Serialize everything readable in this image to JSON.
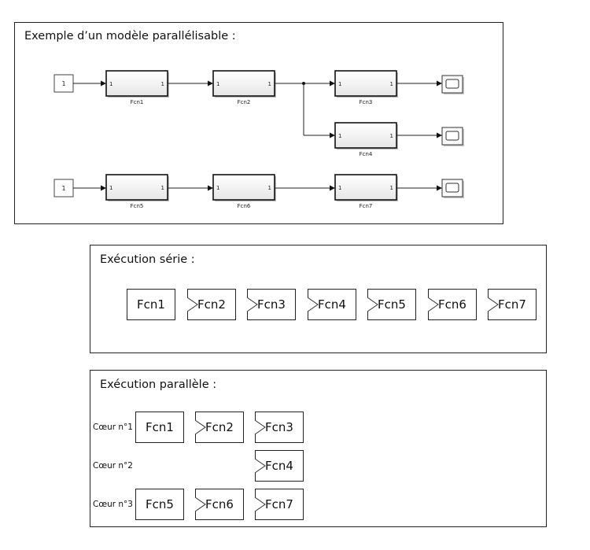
{
  "model": {
    "title": "Exemple d’un modèle parallélisable :",
    "port_label": "1",
    "sources": [
      {
        "id": "src1",
        "value": "1"
      },
      {
        "id": "src2",
        "value": "1"
      }
    ],
    "blocks": [
      {
        "id": "b1",
        "name": "Fcn1"
      },
      {
        "id": "b2",
        "name": "Fcn2"
      },
      {
        "id": "b3",
        "name": "Fcn3"
      },
      {
        "id": "b4",
        "name": "Fcn4"
      },
      {
        "id": "b5",
        "name": "Fcn5"
      },
      {
        "id": "b6",
        "name": "Fcn6"
      },
      {
        "id": "b7",
        "name": "Fcn7"
      }
    ],
    "scopes": [
      "scope3",
      "scope4",
      "scope7"
    ]
  },
  "serie": {
    "title": "Exécution série :",
    "boxes": [
      "Fcn1",
      "Fcn2",
      "Fcn3",
      "Fcn4",
      "Fcn5",
      "Fcn6",
      "Fcn7"
    ]
  },
  "parallele": {
    "title": "Exécution parallèle :",
    "cores": [
      {
        "label": "Cœur n°1",
        "boxes": [
          "Fcn1",
          "Fcn2",
          "Fcn3"
        ]
      },
      {
        "label": "Cœur n°2",
        "boxes": [
          "Fcn4"
        ]
      },
      {
        "label": "Cœur n°3",
        "boxes": [
          "Fcn5",
          "Fcn6",
          "Fcn7"
        ]
      }
    ]
  }
}
